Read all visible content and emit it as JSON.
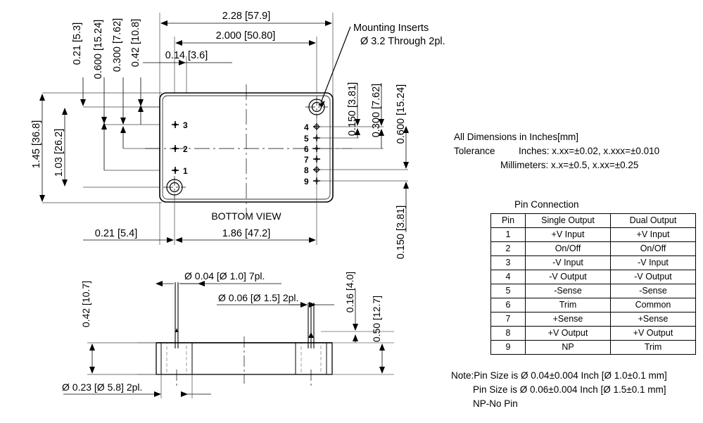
{
  "drawing": {
    "view_label_bottom": "BOTTOM VIEW",
    "callout": {
      "line1": "Mounting Inserts",
      "line2": "Ø 3.2 Through 2pl."
    },
    "top_dims": [
      {
        "id": "overall-width",
        "label": "2.28 [57.9]"
      },
      {
        "id": "pin-span-width",
        "label": "2.000 [50.80]"
      },
      {
        "id": "edge-to-pin",
        "label": "0.14 [3.6]"
      }
    ],
    "left_dims": [
      {
        "id": "top-edge-to-pin3",
        "label": "0.21 [5.3]"
      },
      {
        "id": "pin3-to-pin1",
        "label": "0.600 [15.24]"
      },
      {
        "id": "pin3-to-pin2",
        "label": "0.300 [7.62]"
      },
      {
        "id": "top-to-pin-row",
        "label": "0.42 [10.8]"
      },
      {
        "id": "overall-height",
        "label": "1.45 [36.8]"
      },
      {
        "id": "inner-height",
        "label": "1.03 [26.2]"
      }
    ],
    "right_dims": [
      {
        "id": "pin-pitch",
        "label": "0.150 [3.81]"
      },
      {
        "id": "pin4-to-pin6",
        "label": "0.300 [7.62]"
      },
      {
        "id": "pin4-to-pin8",
        "label": "0.600 [15.24]"
      },
      {
        "id": "pin8-to-pin9",
        "label": "0.150 [3.81]"
      }
    ],
    "bottom_dims": [
      {
        "id": "left-offset",
        "label": "0.21 [5.4]"
      },
      {
        "id": "mounting-span",
        "label": "1.86 [47.2]"
      }
    ],
    "side_dims": [
      {
        "id": "small-pin-dia",
        "label": "Ø 0.04 [Ø 1.0] 7pl."
      },
      {
        "id": "large-pin-dia",
        "label": "Ø 0.06 [Ø 1.5] 2pl."
      },
      {
        "id": "pin-length",
        "label": "0.42 [10.7]"
      },
      {
        "id": "standoff-height",
        "label": "0.16 [4.0]"
      },
      {
        "id": "body-height",
        "label": "0.50 [12.7]"
      },
      {
        "id": "insert-dia",
        "label": "Ø 0.23 [Ø 5.8] 2pl."
      }
    ],
    "pin_numbers_left": [
      "3",
      "2",
      "1"
    ],
    "pin_numbers_right": [
      "4",
      "5",
      "6",
      "7",
      "8",
      "9"
    ]
  },
  "notes_block": {
    "line1": "All Dimensions in Inches[mm]",
    "line2_label": "Tolerance",
    "line2_value": "Inches: x.xx=±0.02, x.xxx=±0.010",
    "line3": "Millimeters: x.x=±0.5, x.xx=±0.25"
  },
  "pin_table": {
    "title": "Pin Connection",
    "headers": [
      "Pin",
      "Single Output",
      "Dual Output"
    ],
    "rows": [
      [
        "1",
        "+V Input",
        "+V Input"
      ],
      [
        "2",
        "On/Off",
        "On/Off"
      ],
      [
        "3",
        "-V Input",
        "-V Input"
      ],
      [
        "4",
        "-V Output",
        "-V Output"
      ],
      [
        "5",
        "-Sense",
        "-Sense"
      ],
      [
        "6",
        "Trim",
        "Common"
      ],
      [
        "7",
        "+Sense",
        "+Sense"
      ],
      [
        "8",
        "+V Output",
        "+V Output"
      ],
      [
        "9",
        "NP",
        "Trim"
      ]
    ]
  },
  "footer_notes": {
    "line1": "Note:Pin Size is Ø 0.04±0.004 Inch [Ø 1.0±0.1 mm]",
    "line2": "Pin Size is Ø 0.06±0.004 Inch [Ø 1.5±0.1 mm]",
    "line3": "NP-No Pin"
  },
  "colors": {
    "line": "#000000",
    "thin": "#555555",
    "background": "#ffffff"
  }
}
